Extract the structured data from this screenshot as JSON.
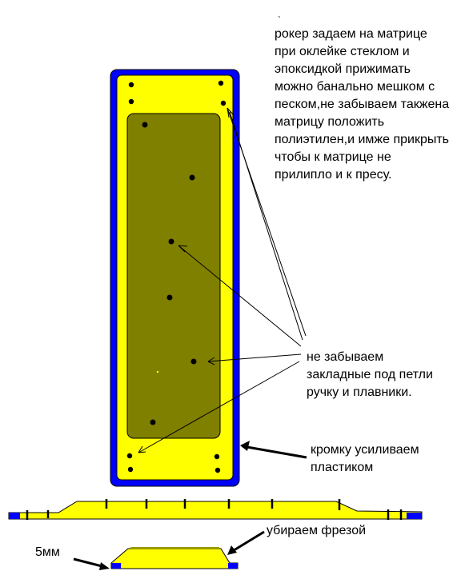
{
  "annotations": {
    "matrix_note": "рокер задаем на матрице при оклейке стеклом и эпоксидкой прижимать можно банально мешком с песком,не забываем такжена матрицу положить полиэтилен,и имже прикрыть чтобы к матрице не прилипло и к пресу.",
    "inserts_note": "не забываем закладные под петли ручку и плавники.",
    "edge_note": "кромку усиливаем пластиком",
    "mill_note": "убираем фрезой",
    "thickness_note": "5мм",
    "tick": "`"
  },
  "colors": {
    "board_fill": "#ffff00",
    "board_edge": "#0000ff",
    "core_fill": "#808000",
    "insert": "#000000",
    "outline": "#000000",
    "profile_cap": "#999900"
  }
}
